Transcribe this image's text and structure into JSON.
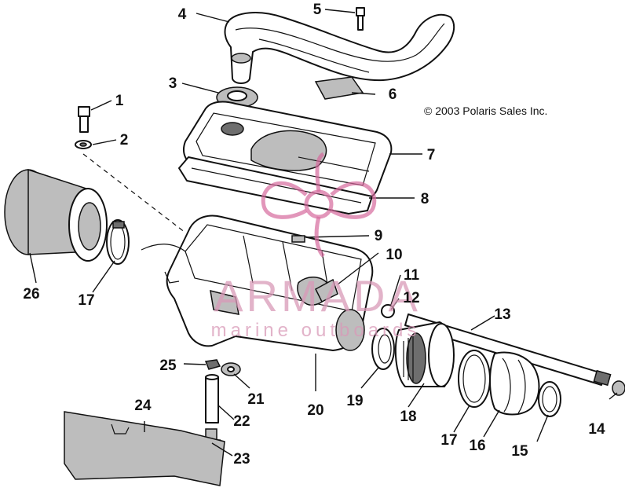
{
  "copyright": "© 2003 Polaris Sales Inc.",
  "watermark": {
    "brand": "ARMADA",
    "tagline": "marine outboards",
    "color": "#d66a9c"
  },
  "callouts": [
    {
      "id": "1",
      "label": "1"
    },
    {
      "id": "2",
      "label": "2"
    },
    {
      "id": "3",
      "label": "3"
    },
    {
      "id": "4",
      "label": "4"
    },
    {
      "id": "5",
      "label": "5"
    },
    {
      "id": "6",
      "label": "6"
    },
    {
      "id": "7",
      "label": "7"
    },
    {
      "id": "8",
      "label": "8"
    },
    {
      "id": "9",
      "label": "9"
    },
    {
      "id": "10",
      "label": "10"
    },
    {
      "id": "11",
      "label": "11"
    },
    {
      "id": "12",
      "label": "12"
    },
    {
      "id": "13",
      "label": "13"
    },
    {
      "id": "14",
      "label": "14"
    },
    {
      "id": "15",
      "label": "15"
    },
    {
      "id": "16",
      "label": "16"
    },
    {
      "id": "17a",
      "label": "17"
    },
    {
      "id": "17b",
      "label": "17"
    },
    {
      "id": "18",
      "label": "18"
    },
    {
      "id": "19",
      "label": "19"
    },
    {
      "id": "20",
      "label": "20"
    },
    {
      "id": "21",
      "label": "21"
    },
    {
      "id": "22",
      "label": "22"
    },
    {
      "id": "23",
      "label": "23"
    },
    {
      "id": "24",
      "label": "24"
    },
    {
      "id": "25",
      "label": "25"
    },
    {
      "id": "26",
      "label": "26"
    }
  ]
}
